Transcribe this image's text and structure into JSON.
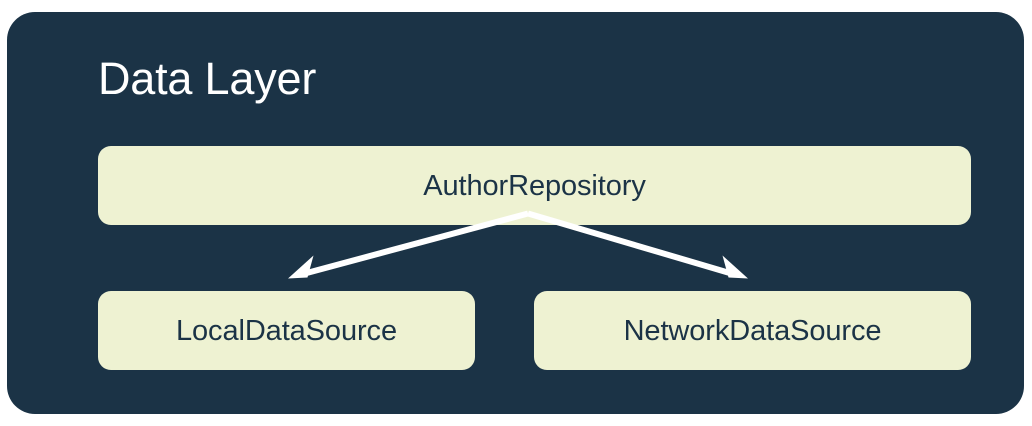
{
  "diagram": {
    "type": "architecture-layer-diagram",
    "title": "Data Layer",
    "colors": {
      "panel_background": "#1b3346",
      "node_background": "#eef2d2",
      "node_text": "#1b3346",
      "title_text": "#ffffff",
      "arrow": "#ffffff",
      "page_background": "#ffffff"
    },
    "nodes": [
      {
        "id": "author-repository",
        "label": "AuthorRepository",
        "role": "repository"
      },
      {
        "id": "local-data-source",
        "label": "LocalDataSource",
        "role": "data-source"
      },
      {
        "id": "network-data-source",
        "label": "NetworkDataSource",
        "role": "data-source"
      }
    ],
    "edges": [
      {
        "from": "author-repository",
        "to": "local-data-source",
        "style": "solid-arrow"
      },
      {
        "from": "author-repository",
        "to": "network-data-source",
        "style": "solid-arrow"
      }
    ]
  }
}
